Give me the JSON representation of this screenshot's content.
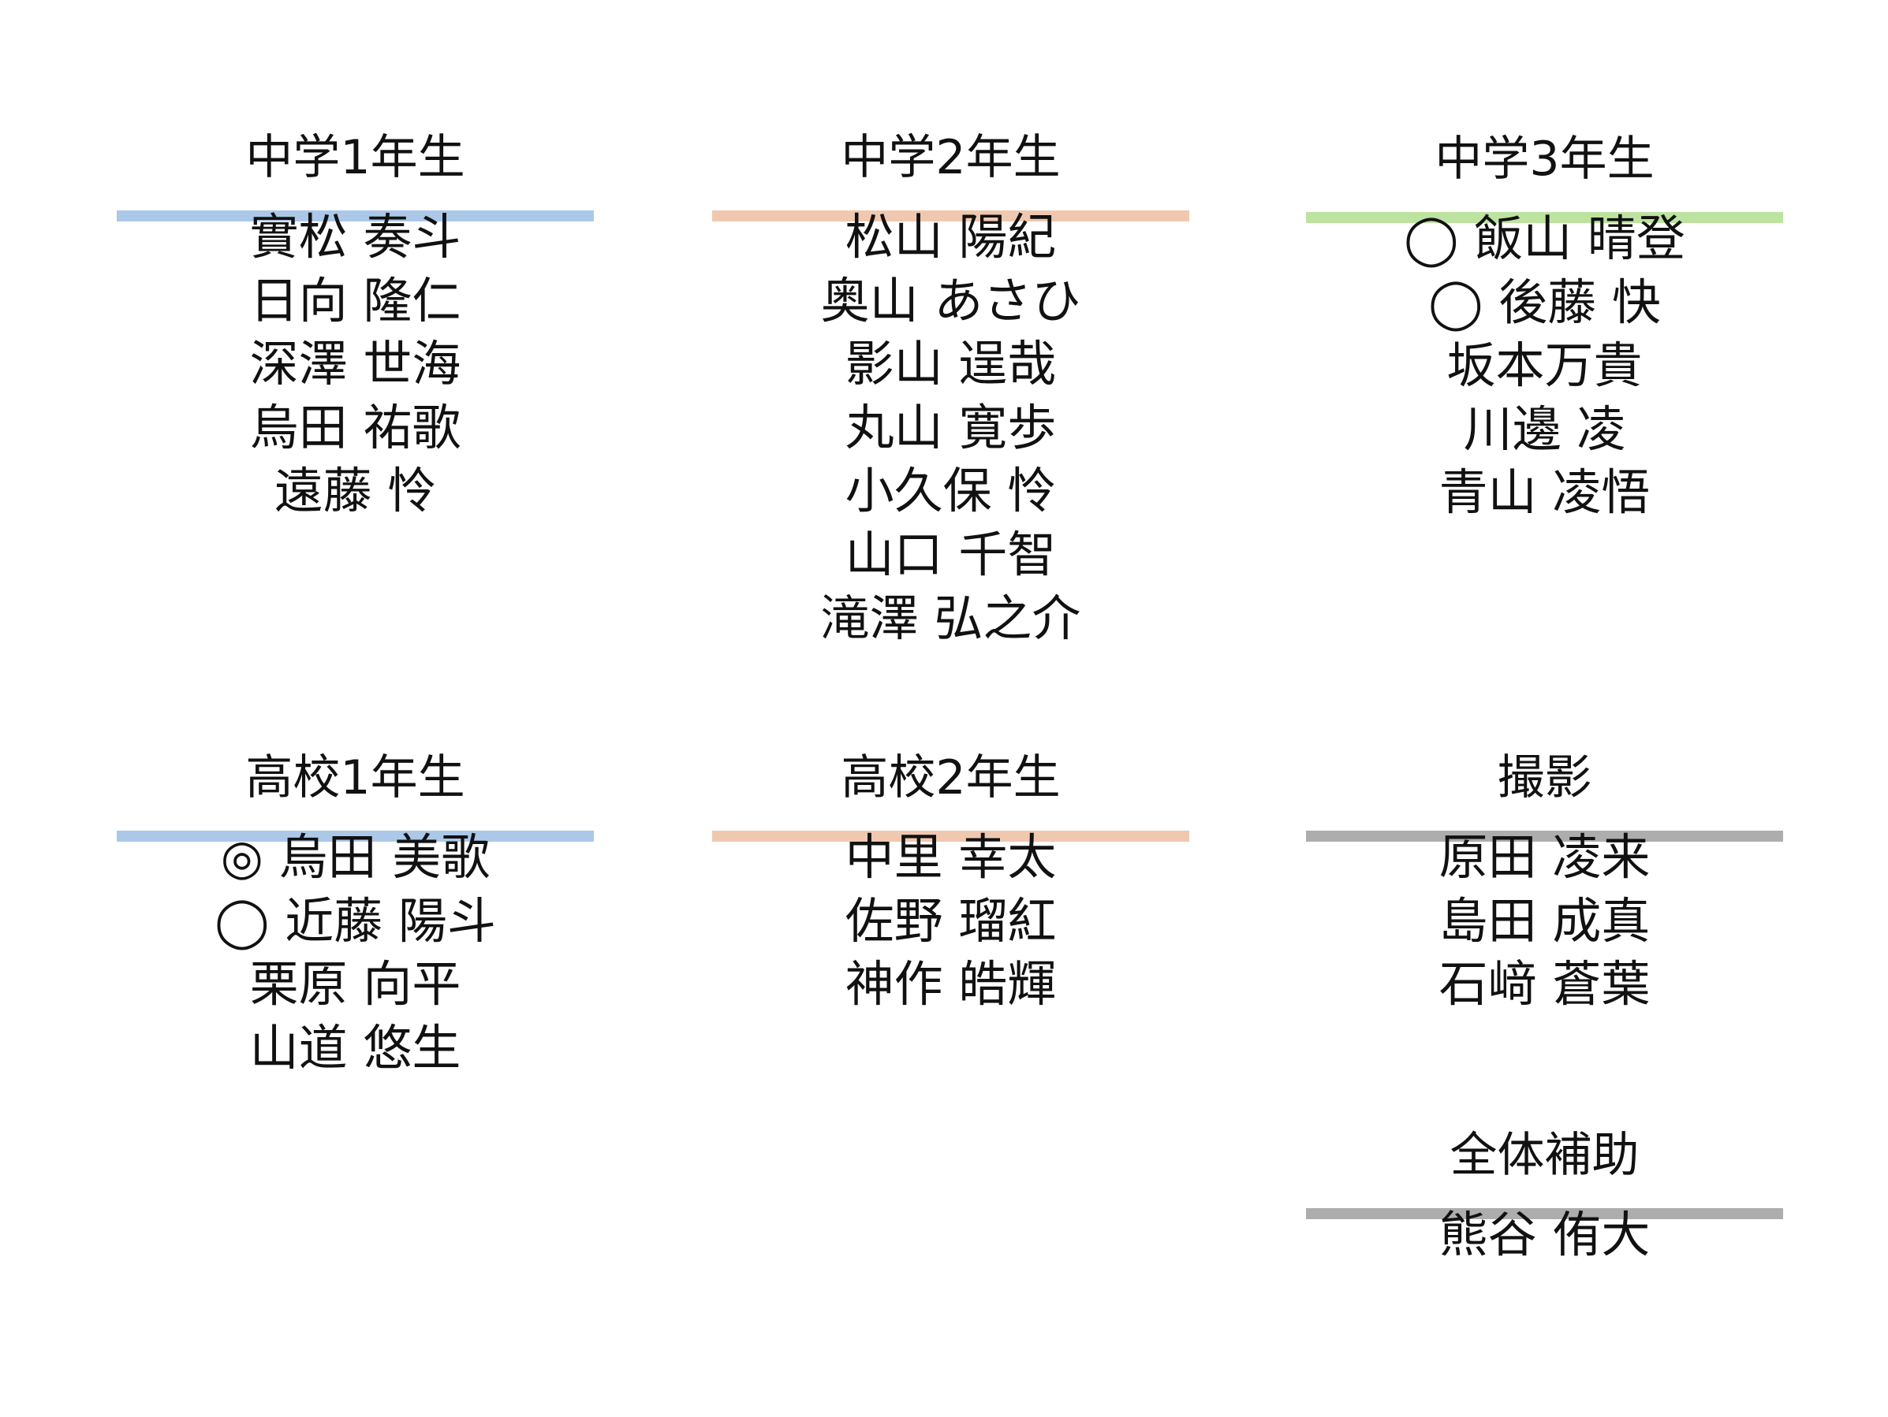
{
  "colors": {
    "blue": "#abc8e8",
    "orange": "#f0c8b0",
    "green": "#bde3a0",
    "gray": "#adadad"
  },
  "sections": [
    {
      "title": "中学1年生",
      "color": "blue",
      "members": [
        "實松 奏斗",
        "日向 隆仁",
        "深澤 世海",
        "烏田 祐歌",
        "遠藤 怜"
      ]
    },
    {
      "title": "中学2年生",
      "color": "orange",
      "members": [
        "松山 陽紀",
        "奥山 あさひ",
        "影山 逞哉",
        "丸山 寛歩",
        "小久保 怜",
        "山口 千智",
        "滝澤 弘之介"
      ]
    },
    {
      "title": "中学3年生",
      "color": "green",
      "members": [
        "◯ 飯山 晴登",
        "◯ 後藤 快",
        "坂本万貴",
        "川邊 凌",
        "青山 凌悟"
      ]
    },
    {
      "title": "高校1年生",
      "color": "blue",
      "members": [
        "◎ 烏田 美歌",
        "◯ 近藤 陽斗",
        "栗原 向平",
        "山道 悠生"
      ]
    },
    {
      "title": "高校2年生",
      "color": "orange",
      "members": [
        "中里 幸太",
        "佐野 瑠紅",
        "神作 皓輝"
      ]
    },
    {
      "title": "撮影",
      "color": "gray",
      "members": [
        "原田 凌来",
        "島田 成真",
        "石﨑 蒼葉"
      ]
    },
    {
      "title": "全体補助",
      "color": "gray",
      "members": [
        "熊谷 侑大"
      ]
    }
  ]
}
